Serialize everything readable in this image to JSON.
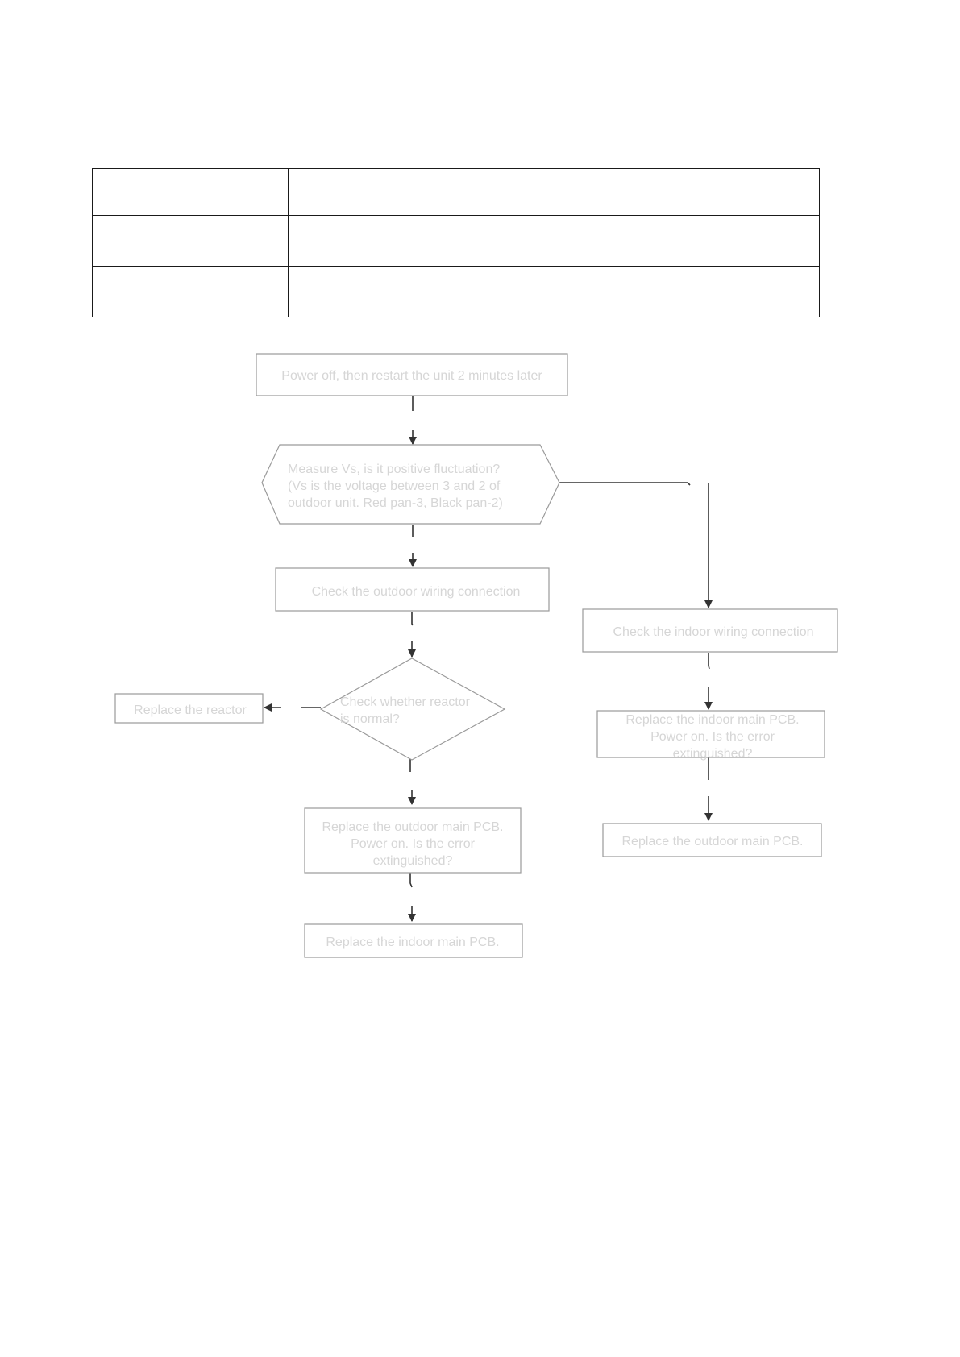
{
  "table": {
    "rows": [
      {
        "label": "",
        "value": ""
      },
      {
        "label": "",
        "value": ""
      },
      {
        "label": "",
        "value": ""
      }
    ]
  },
  "flow": {
    "power_off": "Power off, then restart the unit 2 minutes later",
    "measure_vs": [
      "Measure  Vs, is it  positive fluctuation?",
      "(Vs is the voltage between 3 and 2 of",
      "outdoor unit. Red pan-3, Black pan-2)"
    ],
    "check_outdoor_wiring": "Check the outdoor wiring connection",
    "check_indoor_wiring": "Check the indoor wiring connection",
    "check_reactor": [
      "Check whether reactor",
      "is normal?"
    ],
    "replace_reactor": "Replace  the reactor",
    "replace_indoor_pcb_q": [
      "Replace the indoor main PCB.",
      "Power on. Is the error",
      "extinguished?"
    ],
    "replace_outdoor_pcb_q": [
      "Replace the outdoor main PCB.",
      "Power on. Is the error",
      "extinguished?"
    ],
    "replace_outdoor_pcb": "Replace  the outdoor main PCB.",
    "replace_indoor_pcb": "Replace the indoor main PCB."
  },
  "colors": {
    "box_border": "#9a9a9a",
    "node_text": "#d6d6d6",
    "connector": "#333333"
  }
}
